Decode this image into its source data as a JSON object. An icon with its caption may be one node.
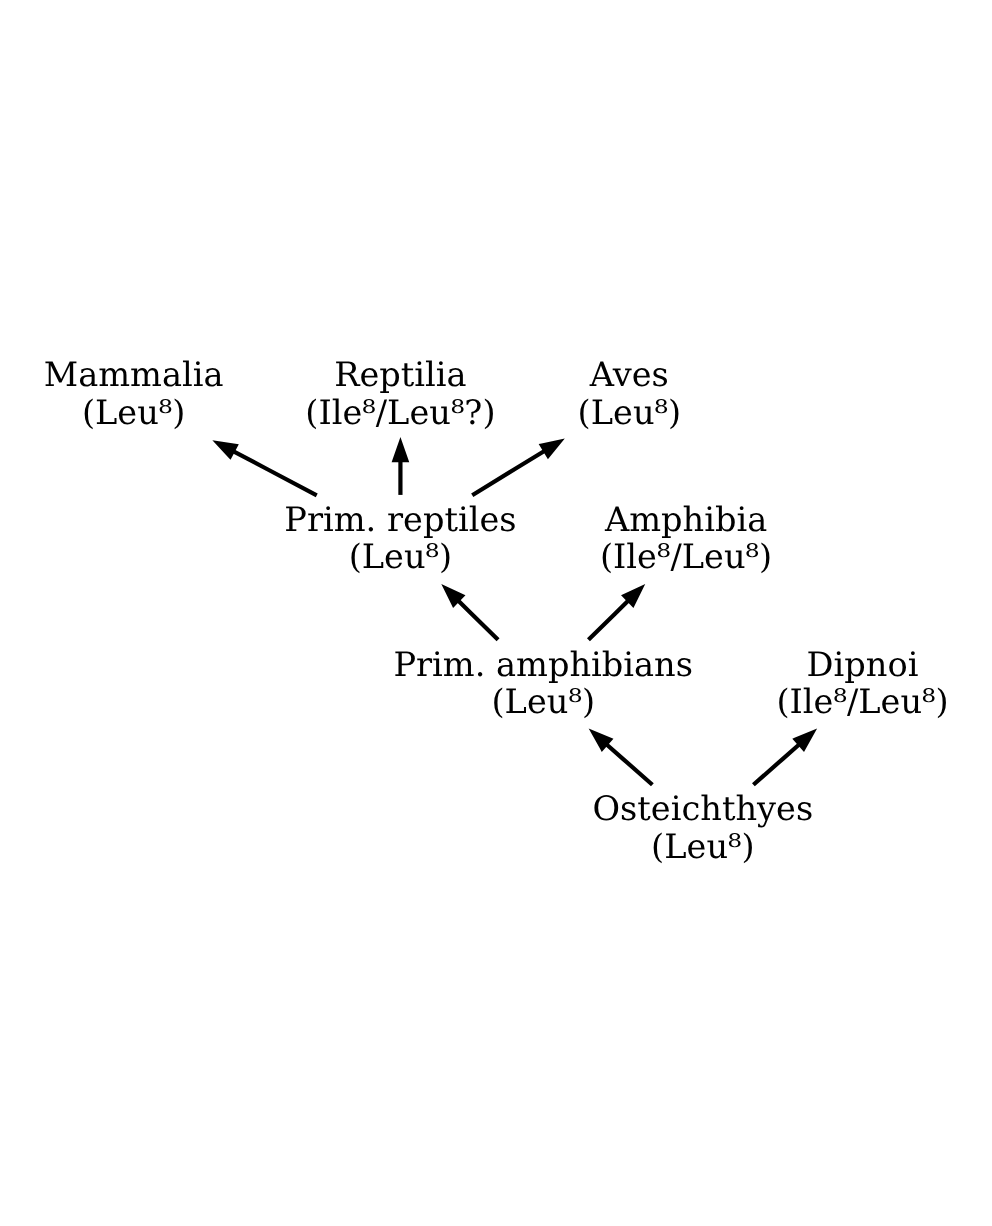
{
  "diagram": {
    "nodes": [
      {
        "text": [
          "Mammalia",
          "(Leu⁸)"
        ]
      },
      {
        "text": [
          "Reptilia",
          "(Ile⁸/Leu⁸?)"
        ]
      },
      {
        "text": [
          "Aves",
          "(Leu⁸)"
        ]
      },
      {
        "text": [
          "Prim. reptiles",
          "(Leu⁸)"
        ]
      },
      {
        "text": [
          "Amphibia",
          "(Ile⁸/Leu⁸)"
        ]
      },
      {
        "text": [
          "Prim. amphibians",
          "(Leu⁸)"
        ]
      },
      {
        "text": [
          "Dipnoi",
          "(Ile⁸/Leu⁸)"
        ]
      },
      {
        "text": [
          "Osteichthyes",
          "(Leu⁸)"
        ]
      }
    ],
    "edges": [
      {
        "from": 3,
        "to": 1,
        "arrow": "to"
      },
      {
        "from": 3,
        "to": 0,
        "arrow": "to"
      },
      {
        "from": 3,
        "to": 2,
        "arrow": "to"
      },
      {
        "from": 5,
        "to": 4,
        "arrow": "to"
      },
      {
        "from": 5,
        "to": 3,
        "arrow": "to"
      },
      {
        "from": 7,
        "to": 5,
        "arrow": "to"
      },
      {
        "from": 7,
        "to": 6,
        "arrow": "to"
      }
    ]
  }
}
